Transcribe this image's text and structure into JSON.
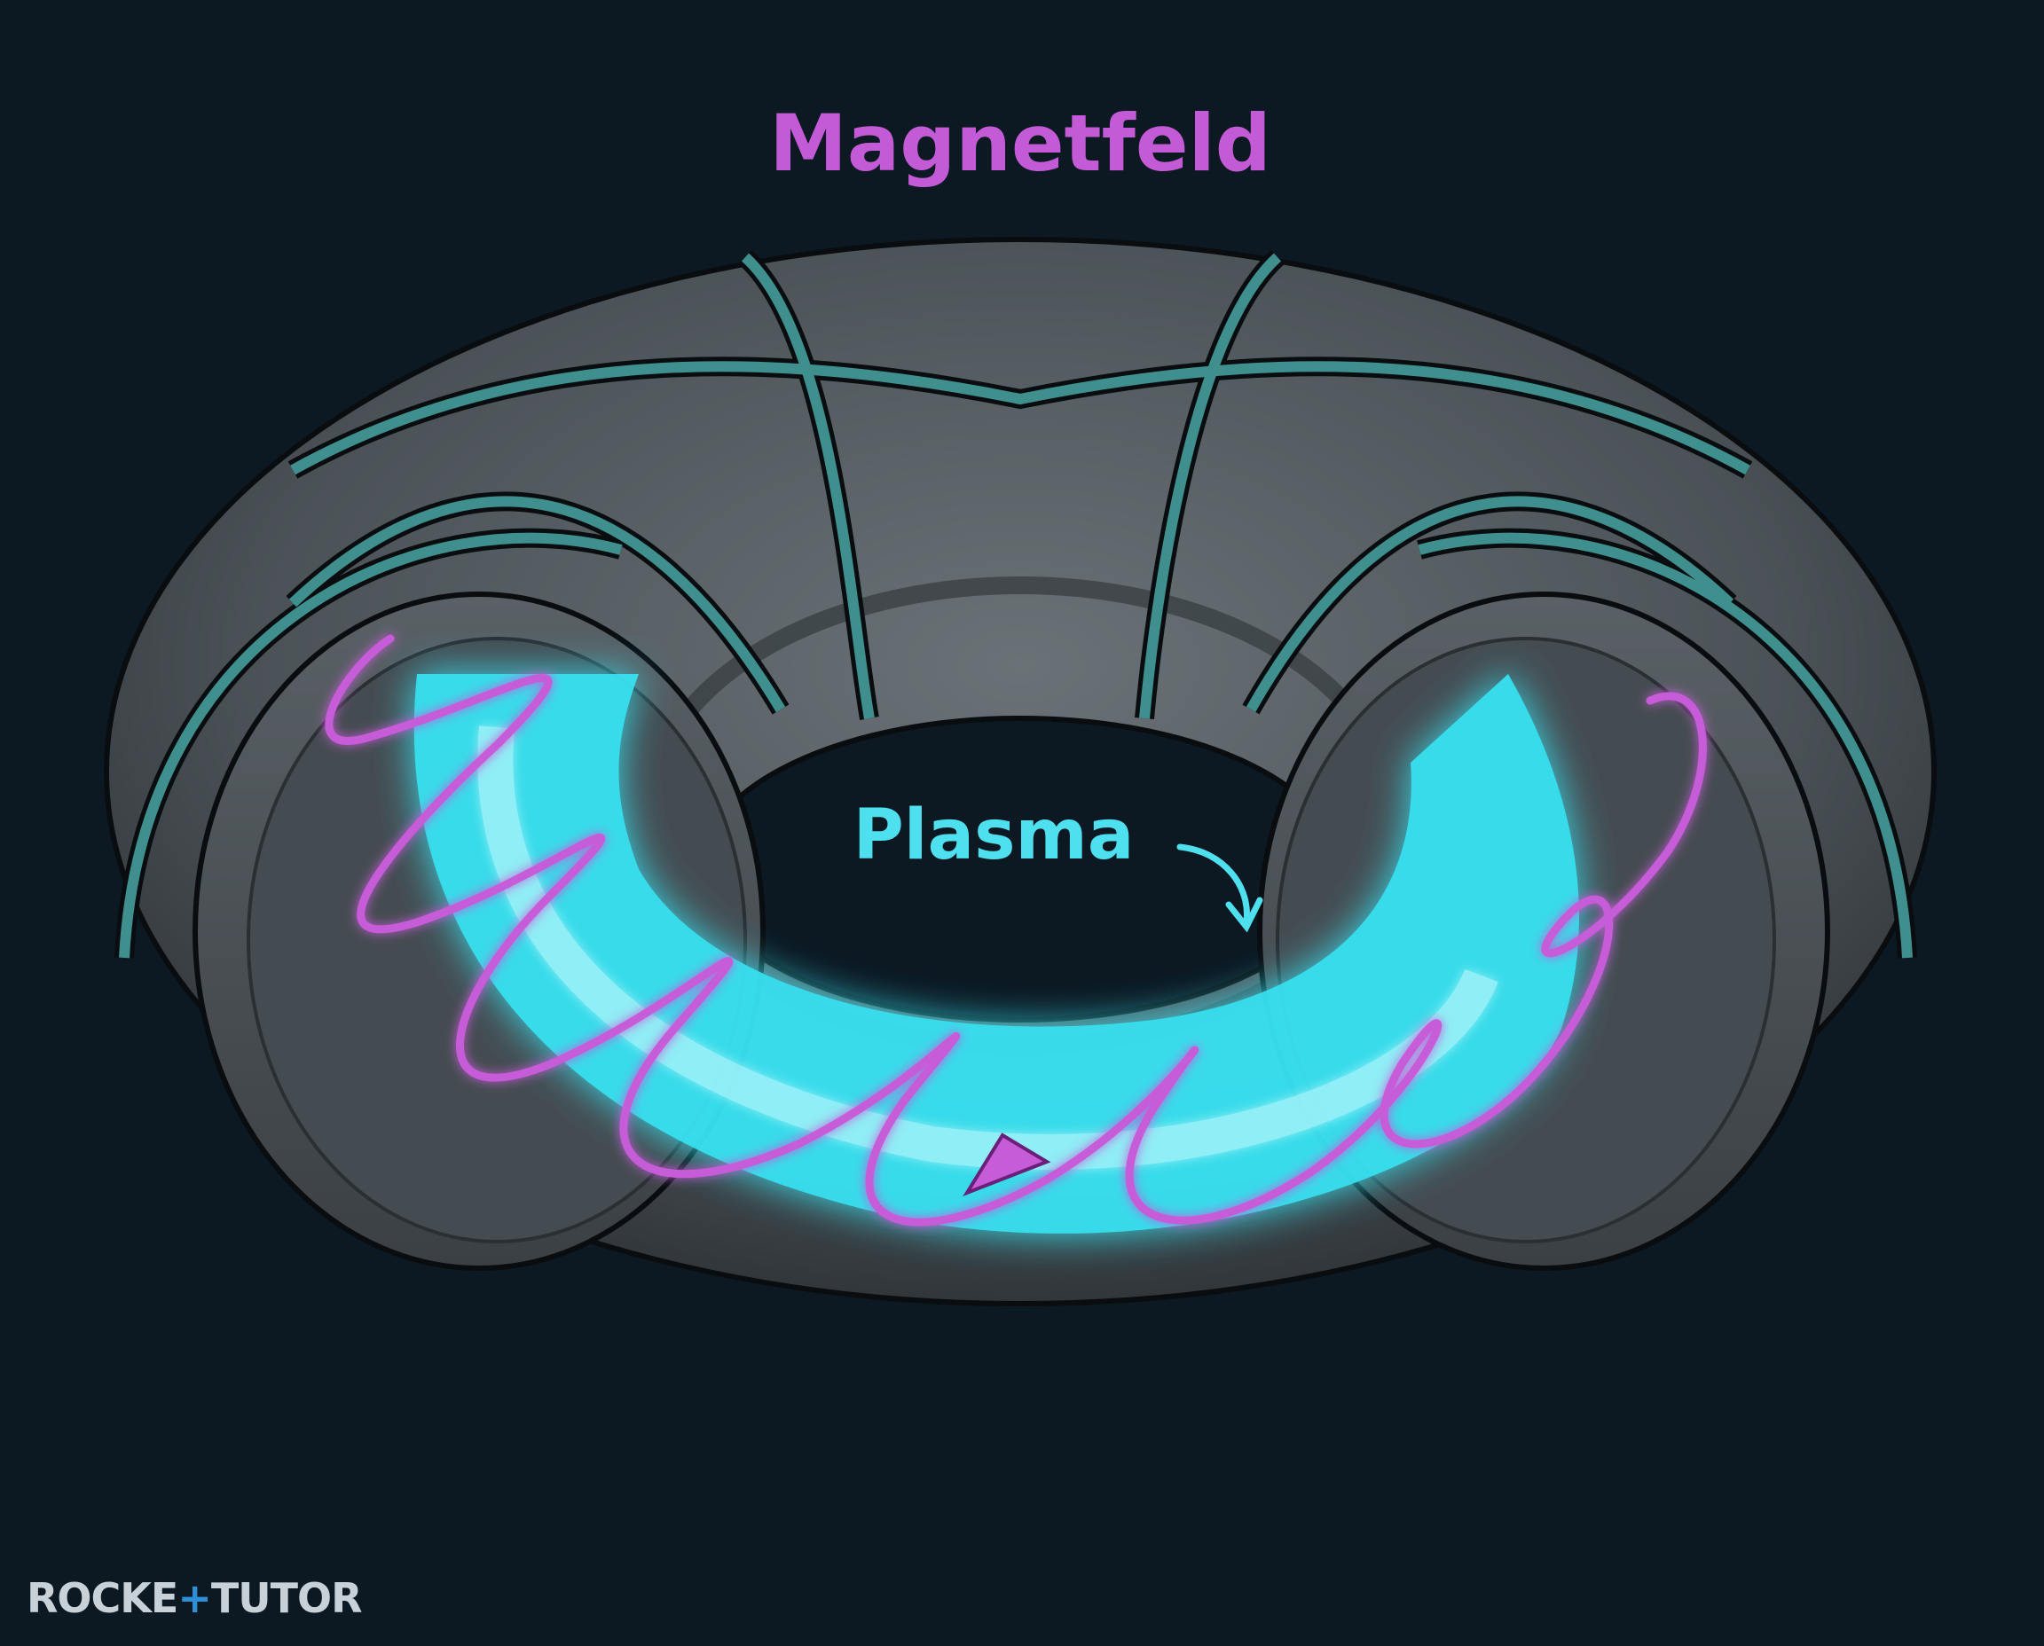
{
  "labels": {
    "magnetic_field": "Magnetfeld",
    "plasma": "Plasma"
  },
  "brand": {
    "left": "ROCKE",
    "mark": "+",
    "right": "TUTOR"
  },
  "colors": {
    "background": "#0c1822",
    "vessel": "#4b5257",
    "coil": "#3e8f8d",
    "plasma": "#39e3f3",
    "field_line": "#c65cd8",
    "label_magnetfeld": "#c45bd6",
    "label_plasma": "#4fe0ef"
  },
  "icons": {
    "field_direction": "arrow-head-icon",
    "plasma_pointer": "curved-arrow-icon"
  }
}
